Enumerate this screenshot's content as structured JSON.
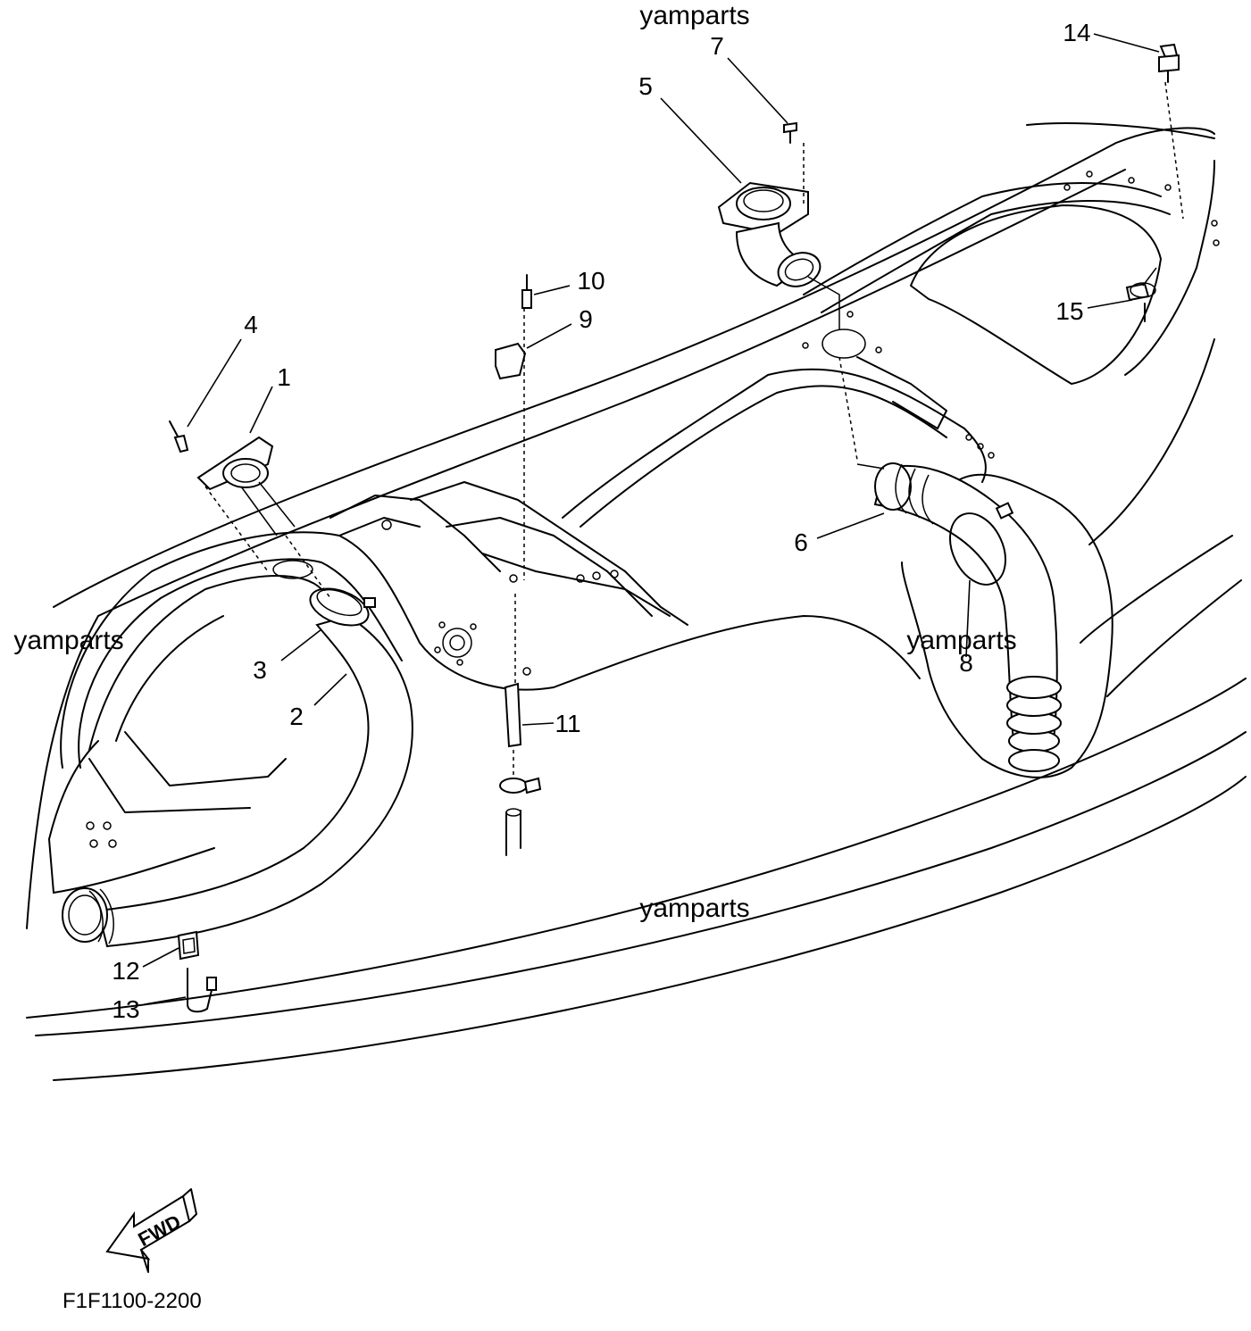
{
  "watermarks": [
    "yamparts",
    "yamparts",
    "yamparts",
    "yamparts"
  ],
  "callouts": [
    "1",
    "2",
    "3",
    "4",
    "5",
    "6",
    "7",
    "8",
    "9",
    "10",
    "11",
    "12",
    "13",
    "14",
    "15"
  ],
  "direction_label": "FWD",
  "diagram_code": "F1F1100-2200"
}
